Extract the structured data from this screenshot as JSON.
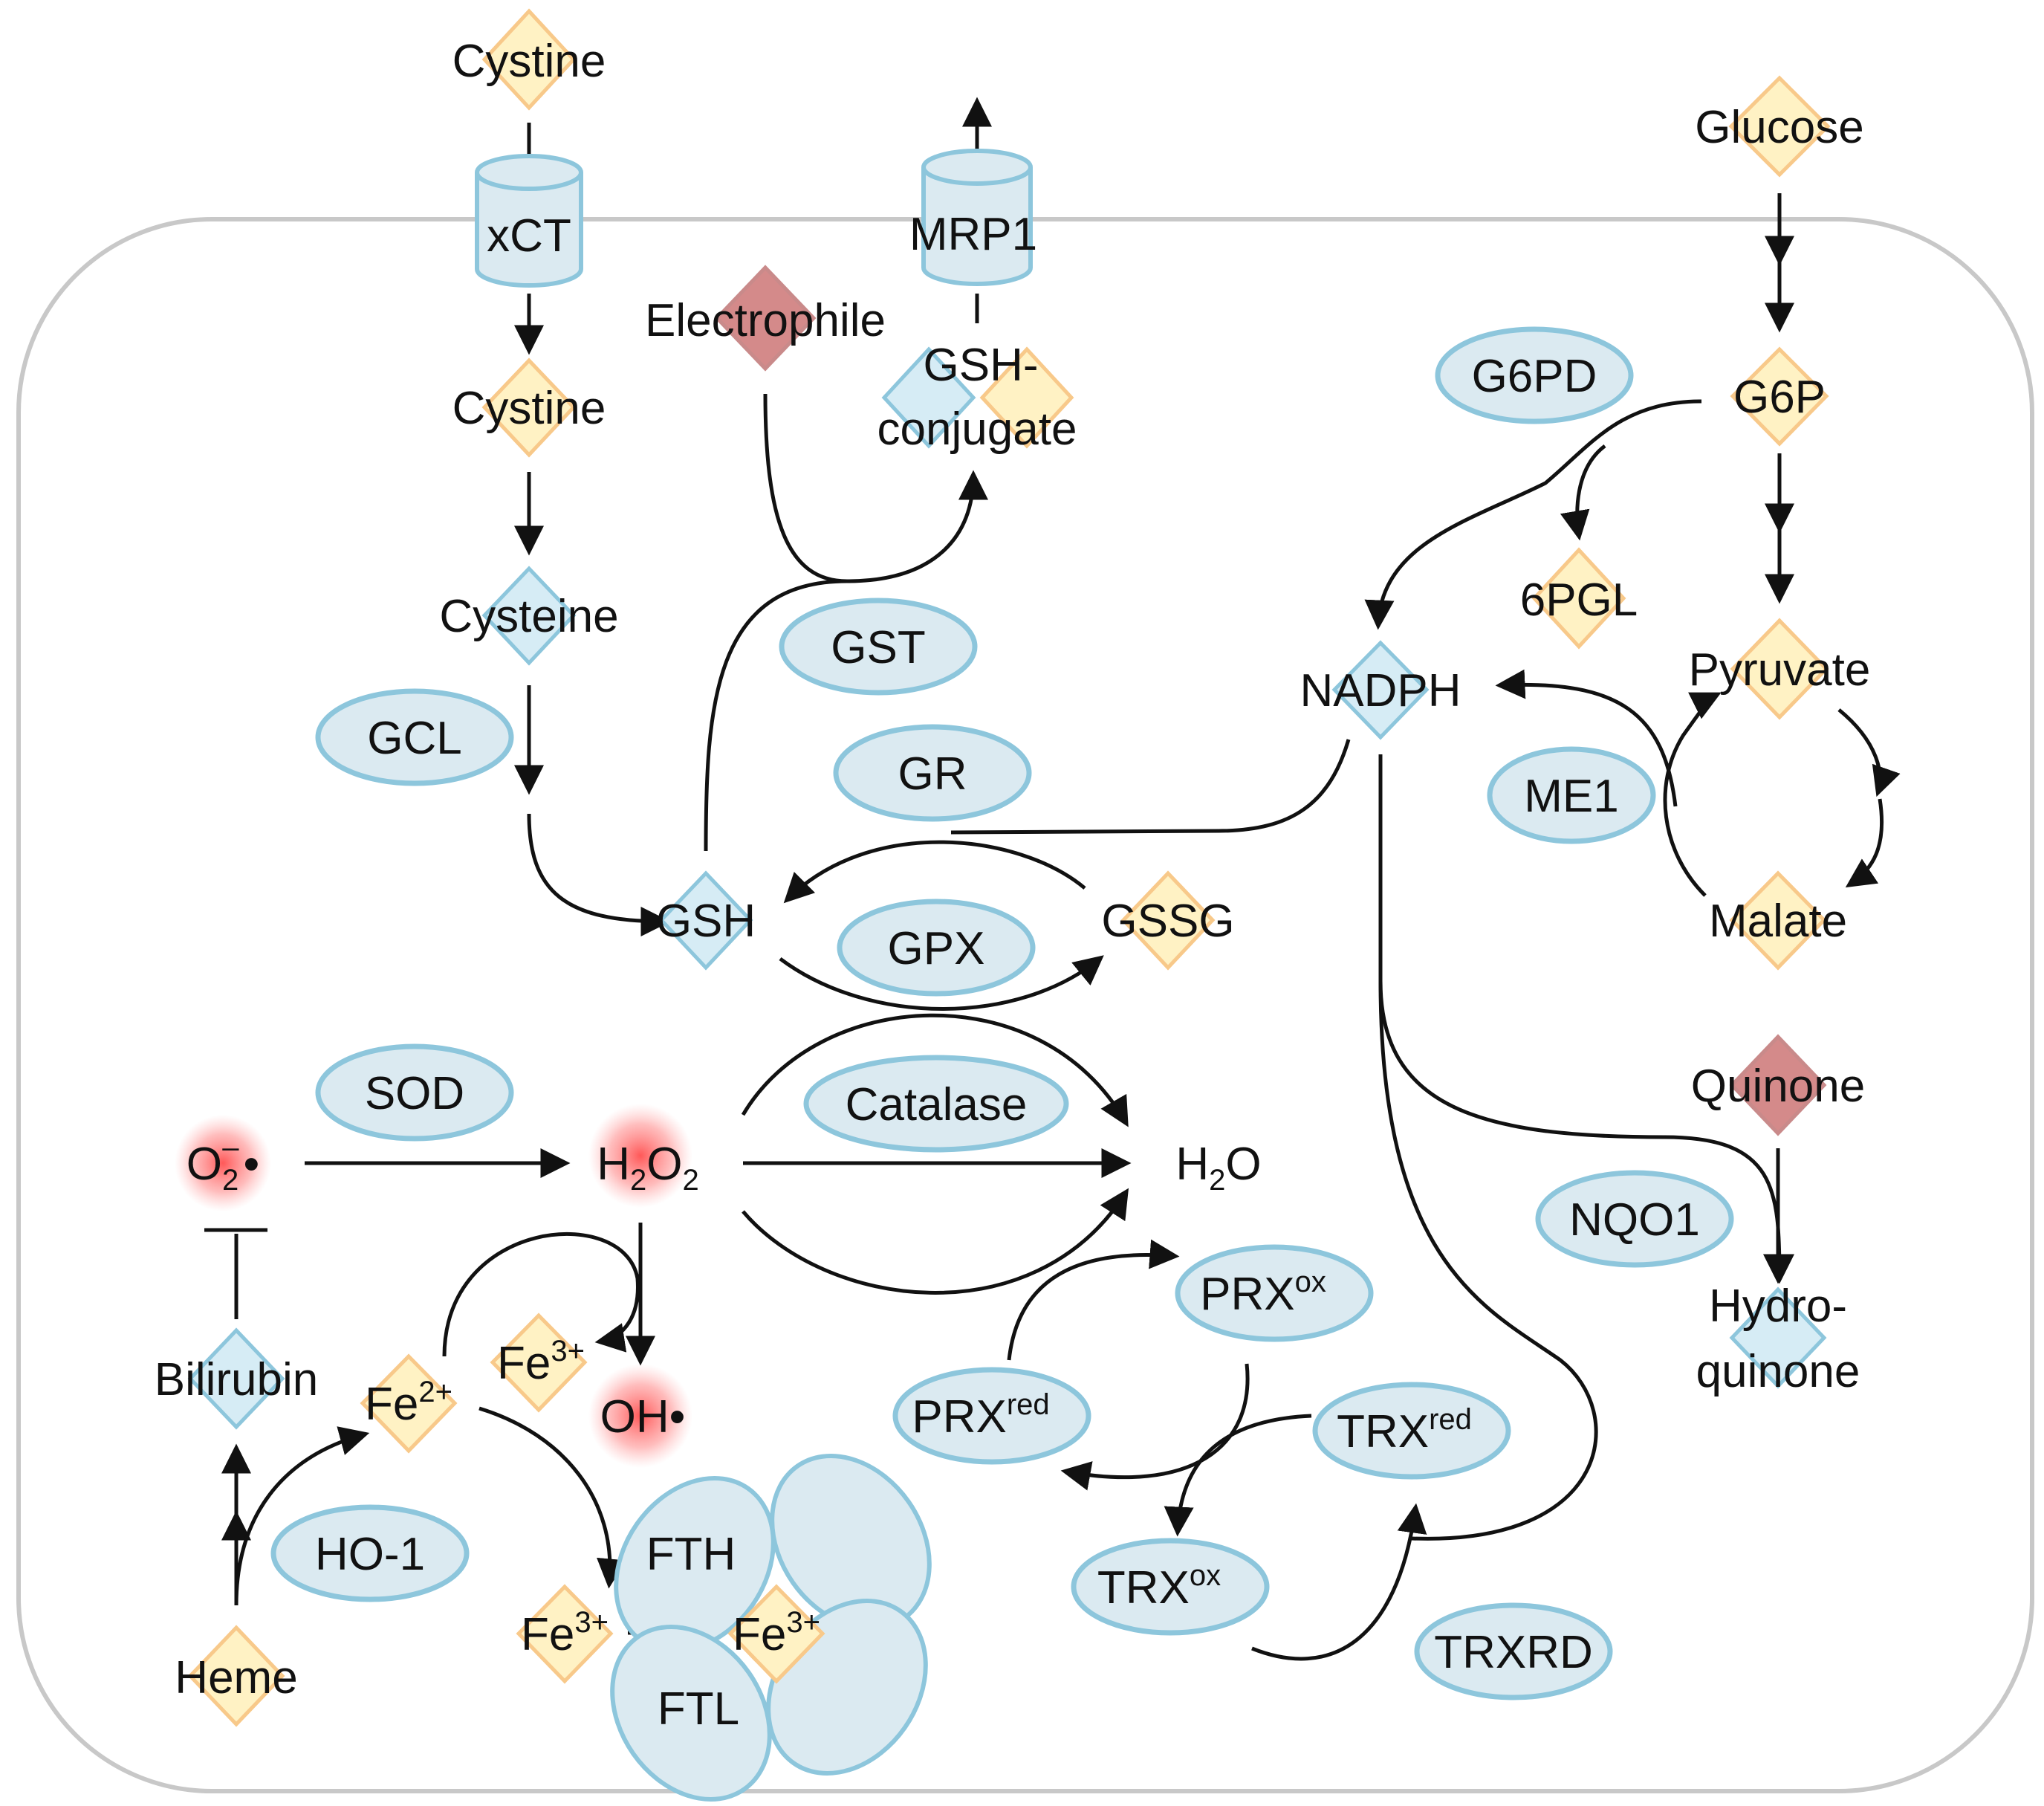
{
  "colors": {
    "cell_border": "#c8c8c8",
    "enzyme_fill": "#dbeaf1",
    "enzyme_stroke": "#8dc6dc",
    "metabolite_yellow_fill": "#fff2c4",
    "metabolite_yellow_stroke": "#f8c98a",
    "metabolite_blue_fill": "#d6ecf5",
    "metabolite_blue_stroke": "#8dc6dc",
    "electrophile_fill": "#d48a8a",
    "electrophile_stroke": "#c98a8a",
    "ros_glow": "#ff4d4d",
    "arrow": "#111111"
  },
  "transporters": {
    "xct": "xCT",
    "mrp1": "MRP1"
  },
  "enzymes": {
    "gcl": "GCL",
    "gst": "GST",
    "gr": "GR",
    "gpx": "GPX",
    "sod": "SOD",
    "catalase": "Catalase",
    "g6pd": "G6PD",
    "me1": "ME1",
    "nqo1": "NQO1",
    "ho1": "HO-1",
    "trxrd": "TRXRD",
    "prx_ox": {
      "base": "PRX",
      "sup": "ox"
    },
    "prx_red": {
      "base": "PRX",
      "sup": "red"
    },
    "trx_red": {
      "base": "TRX",
      "sup": "red"
    },
    "trx_ox": {
      "base": "TRX",
      "sup": "ox"
    },
    "fth": "FTH",
    "ftl": "FTL"
  },
  "metabolites": {
    "cystine_out": "Cystine",
    "cystine_in": "Cystine",
    "cysteine": "Cysteine",
    "electrophile": "Electrophile",
    "gsh_conjugate_line1": "GSH-",
    "gsh_conjugate_line2": "conjugate",
    "gsh": "GSH",
    "gssg": "GSSG",
    "glucose": "Glucose",
    "g6p": "G6P",
    "pgl6": "6PGL",
    "nadph": "NADPH",
    "pyruvate": "Pyruvate",
    "malate": "Malate",
    "quinone": "Quinone",
    "hydroquinone_line1": "Hydro-",
    "hydroquinone_line2": "quinone",
    "bilirubin": "Bilirubin",
    "heme": "Heme",
    "fe2": {
      "base": "Fe",
      "sup": "2+"
    },
    "fe3_a": {
      "base": "Fe",
      "sup": "3+"
    },
    "fe3_b": {
      "base": "Fe",
      "sup": "3+"
    },
    "fe3_c": {
      "base": "Fe",
      "sup": "3+"
    }
  },
  "ros": {
    "superoxide": {
      "base": "O",
      "sub": "2",
      "sup": "–",
      "dot": "•"
    },
    "h2o2": {
      "a": "H",
      "sub1": "2",
      "b": "O",
      "sub2": "2"
    },
    "hydroxyl": {
      "base": "OH",
      "dot": "•"
    },
    "water": {
      "a": "H",
      "sub": "2",
      "b": "O"
    }
  }
}
